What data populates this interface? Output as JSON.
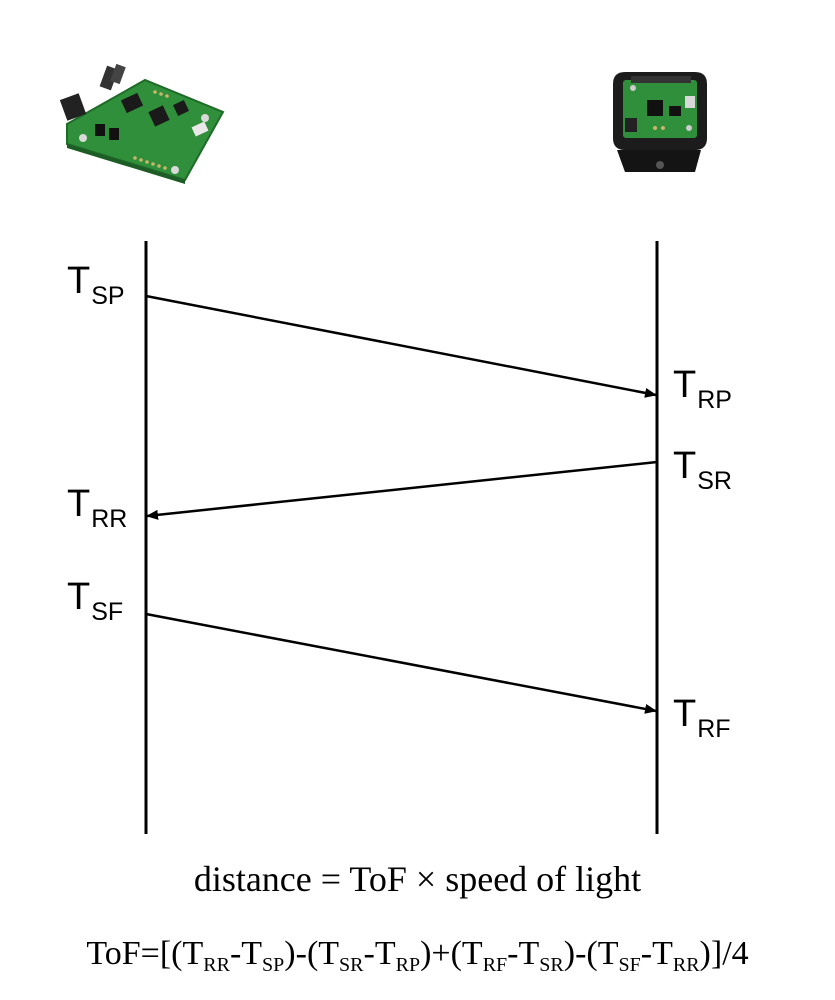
{
  "timestamps": {
    "t_sp": {
      "main": "T",
      "sub": "SP"
    },
    "t_rp": {
      "main": "T",
      "sub": "RP"
    },
    "t_sr": {
      "main": "T",
      "sub": "SR"
    },
    "t_rr": {
      "main": "T",
      "sub": "RR"
    },
    "t_sf": {
      "main": "T",
      "sub": "SF"
    },
    "t_rf": {
      "main": "T",
      "sub": "RF"
    }
  },
  "equations": {
    "distance": "distance = ToF  × speed of light",
    "tof": {
      "lead": "ToF=[(",
      "p1": {
        "a": "T",
        "a_sub": "RR",
        "dash": "-",
        "b": "T",
        "b_sub": "SP"
      },
      "mid1": ")-(",
      "p2": {
        "a": "T",
        "a_sub": "SR",
        "dash": "-",
        "b": "T",
        "b_sub": "RP"
      },
      "mid2": ")+(",
      "p3": {
        "a": "T",
        "a_sub": "RF",
        "dash": "-",
        "b": "T",
        "b_sub": "SR"
      },
      "mid3": ")-(",
      "p4": {
        "a": "T",
        "a_sub": "SF",
        "dash": "-",
        "b": "T",
        "b_sub": "RR"
      },
      "tail": ")]/4"
    }
  },
  "colors": {
    "board_green": "#2f8f3a",
    "enclosure_black": "#1c1c1c",
    "line": "#000000"
  }
}
